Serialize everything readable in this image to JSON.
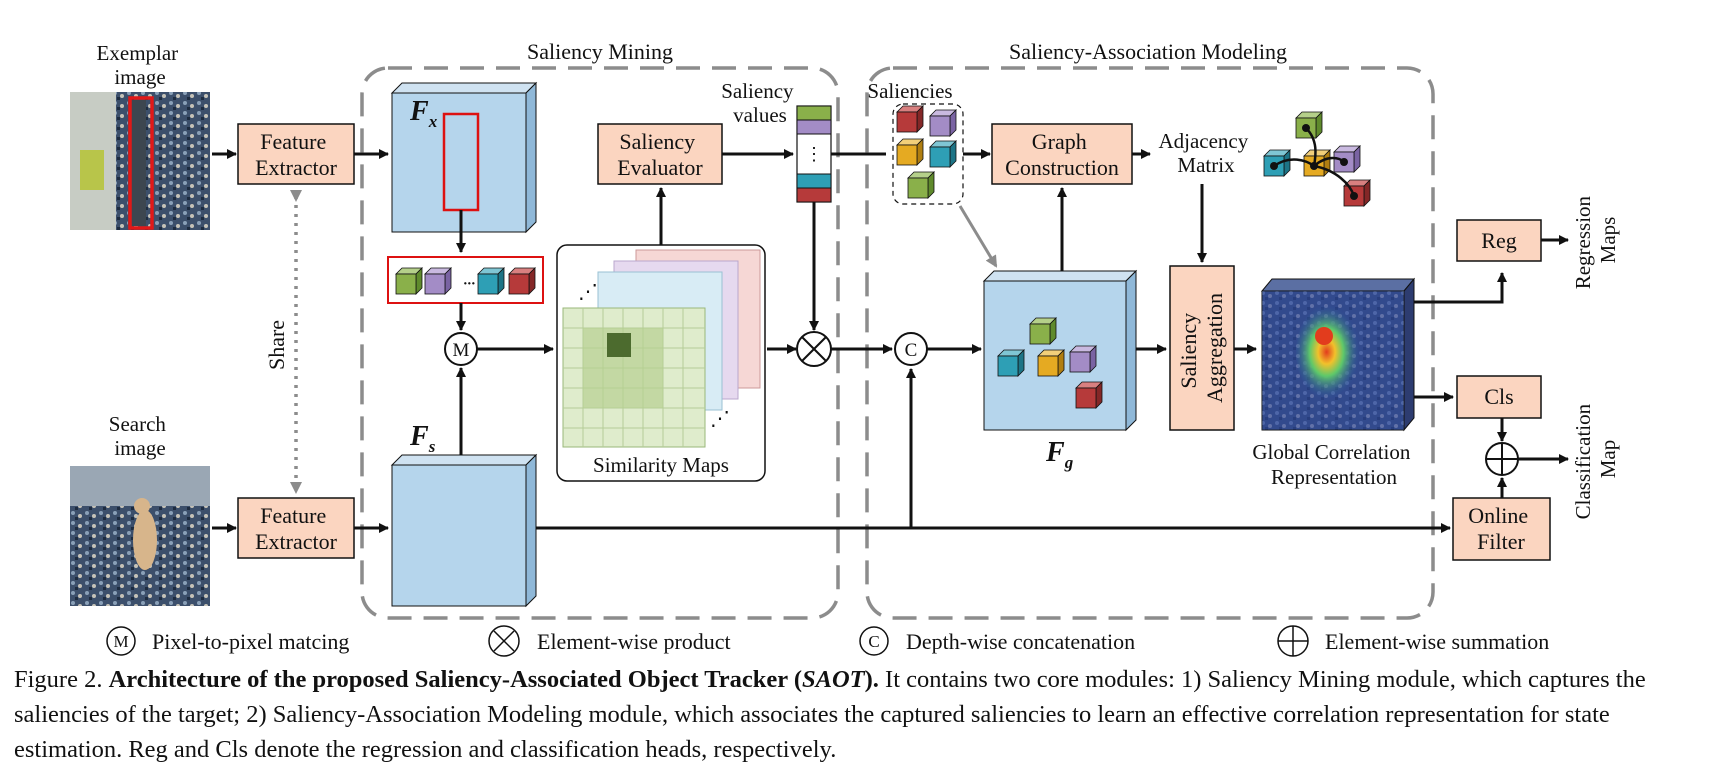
{
  "inputs": {
    "exemplar_label": [
      "Exemplar",
      "image"
    ],
    "search_label": [
      "Search",
      "image"
    ],
    "share_label": "Share"
  },
  "feature_extractor_label": [
    "Feature",
    "Extractor"
  ],
  "saliency_mining": {
    "title": "Saliency Mining",
    "fx_label": "F",
    "fx_sub": "x",
    "fs_label": "F",
    "fs_sub": "s",
    "saliency_values_label": [
      "Saliency",
      "values"
    ],
    "saliency_evaluator_label": [
      "Saliency",
      "Evaluator"
    ],
    "similarity_maps_label": "Similarity Maps"
  },
  "saliency_association": {
    "title": "Saliency-Association Modeling",
    "saliencies_label": "Saliencies",
    "graph_construction_label": [
      "Graph",
      "Construction"
    ],
    "adjacency_label": [
      "Adjacency",
      "Matrix"
    ],
    "saliency_aggregation_label": [
      "Saliency",
      "Aggregation"
    ],
    "fg_label": "F",
    "fg_sub": "g",
    "global_corr_label": [
      "Global Correlation",
      "Representation"
    ]
  },
  "heads": {
    "reg_label": "Reg",
    "cls_label": "Cls",
    "online_filter_label": [
      "Online",
      "Filter"
    ],
    "regression_maps_label": [
      "Regression",
      "Maps"
    ],
    "classification_map_label": [
      "Classification",
      "Map"
    ]
  },
  "operators": {
    "matching_symbol": "M",
    "concat_symbol": "C"
  },
  "legend": {
    "matching": "Pixel-to-pixel matcing",
    "product": "Element-wise product",
    "concat": "Depth-wise concatenation",
    "summation": "Element-wise summation"
  },
  "caption": {
    "prefix": "Figure 2.",
    "title_part1": "Architecture of the proposed Saliency-Associated Object Tracker (",
    "title_italic": "SAOT",
    "title_part2": ").",
    "body": "It contains two core modules: 1) Saliency Mining module, which captures the saliencies of the target; 2) Saliency-Association Modeling module, which associates the captured saliencies to learn an effective correlation representation for state estimation. Reg and Cls denote the regression and classification heads, respectively."
  },
  "colors": {
    "orange_box": "#fbd5c0",
    "blue_feature": "#b5d5ec",
    "green_cube": "#8ab04a",
    "purple_cube": "#a38cc6",
    "teal_cube": "#2e9fb5",
    "red_cube": "#b63a3a",
    "yellow_cube": "#e5aa22",
    "dashed_border": "#8c8c8c"
  }
}
